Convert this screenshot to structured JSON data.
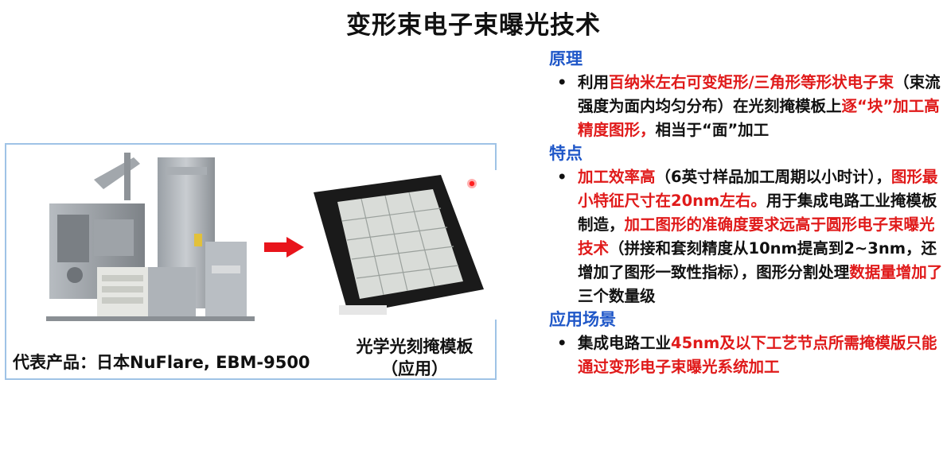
{
  "title": "变形束电子束曝光技术",
  "left": {
    "product_caption": "代表产品：日本NuFlare, EBM-9500",
    "mask_caption_line1": "光学光刻掩模板",
    "mask_caption_line2": "（应用）"
  },
  "right": {
    "principle_heading": "原理",
    "principle_bullet": "•",
    "principle_t1": "利用",
    "principle_r1": "百纳米左右可变矩形/三角形等形状电子束",
    "principle_t2": "（束流强度为面内均匀分布）在光刻掩模板上",
    "principle_r2": "逐“块”加工高精度图形，",
    "principle_t3": "相当于“面”加工",
    "features_heading": "特点",
    "features_bullet": "•",
    "features_r1": "加工效率高",
    "features_t1": "（6英寸样品加工周期以小时计），",
    "features_r2": "图形最小特征尺寸在20nm左右。",
    "features_t2": "用于集成电路工业掩模板制造，",
    "features_r3": "加工图形的准确度要求远高于圆形电子束曝光技术",
    "features_t3": "（拼接和套刻精度从10nm提高到2~3nm，还增加了图形一致性指标），图形分割处理",
    "features_r4": "数据量增加了",
    "features_t4": "三个数量级",
    "application_heading": "应用场景",
    "application_bullet": "•",
    "application_t1": "集成电路工业",
    "application_r1": "45nm及以下工艺节点所需掩模版只能通过变形电子束曝光系统加工"
  },
  "colors": {
    "heading": "#1f57c8",
    "highlight": "#e01a1a",
    "panel_border": "#9fc3e6",
    "arrow": "#e8141b"
  },
  "icons": {
    "arrow": "right-arrow-icon"
  }
}
